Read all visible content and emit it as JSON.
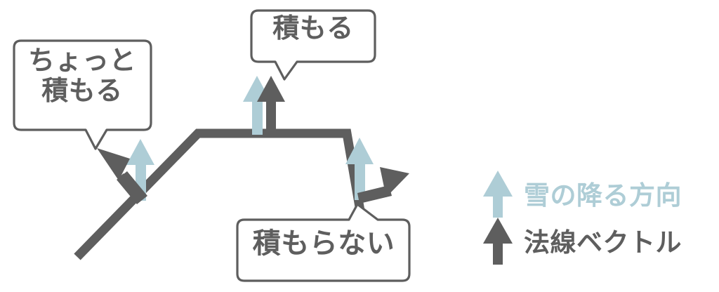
{
  "figure": {
    "title": "snow-accumulation-normal-vector-diagram",
    "colors": {
      "terrain": "#5e5e5e",
      "normal_vector": "#5e5e5e",
      "snow_vector": "#aecdd6",
      "bubble_border": "#5e5e5e",
      "bubble_fill": "#ffffff",
      "background": "#ffffff"
    }
  },
  "callouts": [
    {
      "id": "gentle-slope",
      "text": "ちょっと\n積もる",
      "line1": "ちょっと",
      "line2": "積もる"
    },
    {
      "id": "flat-top",
      "text": "積もる"
    },
    {
      "id": "steep-face",
      "text": "積もらない"
    }
  ],
  "legend": {
    "items": [
      {
        "id": "snow-direction",
        "label": "雪の降る方向",
        "color": "#aecdd6",
        "icon": "up-arrow-icon"
      },
      {
        "id": "normal-vector",
        "label": "法線ベクトル",
        "color": "#5e5e5e",
        "icon": "up-arrow-icon"
      }
    ]
  },
  "terrain": {
    "description": "gentle up-slope, flat plateau, steep drop",
    "segments": [
      {
        "id": "gentle-slope",
        "from": [
          110,
          366
        ],
        "to": [
          282,
          190
        ]
      },
      {
        "id": "plateau",
        "from": [
          282,
          190
        ],
        "to": [
          494,
          190
        ]
      },
      {
        "id": "steep-face",
        "from": [
          494,
          190
        ],
        "to": [
          515,
          312
        ]
      }
    ]
  },
  "vectors": [
    {
      "id": "snow-on-slope",
      "type": "snow",
      "from": [
        200,
        284
      ],
      "to": [
        200,
        200
      ]
    },
    {
      "id": "normal-on-slope",
      "type": "normal",
      "from": [
        200,
        284
      ],
      "to": [
        143,
        214
      ]
    },
    {
      "id": "snow-on-plateau",
      "type": "snow",
      "from": [
        366,
        190
      ],
      "to": [
        366,
        110
      ]
    },
    {
      "id": "normal-on-plateau",
      "type": "normal",
      "from": [
        386,
        190
      ],
      "to": [
        386,
        110
      ]
    },
    {
      "id": "snow-on-steep",
      "type": "snow",
      "from": [
        512,
        282
      ],
      "to": [
        512,
        198
      ]
    },
    {
      "id": "normal-on-steep",
      "type": "normal",
      "from": [
        512,
        282
      ],
      "to": [
        578,
        248
      ]
    }
  ]
}
